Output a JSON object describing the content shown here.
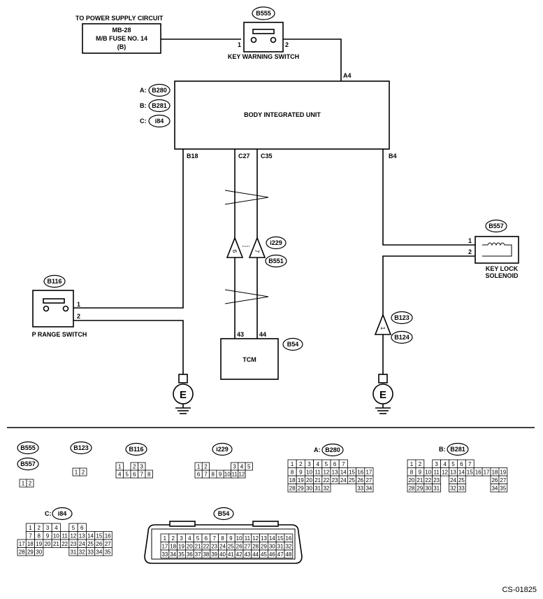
{
  "power": {
    "caption": "TO POWER SUPPLY CIRCUIT",
    "fuse_line1": "MB-28",
    "fuse_line2": "M/B FUSE NO. 14",
    "fuse_line3": "(B)"
  },
  "key_warning": {
    "connector": "B555",
    "label": "KEY WARNING SWITCH",
    "pin1": "1",
    "pin2": "2"
  },
  "biu": {
    "label": "BODY INTEGRATED UNIT",
    "conn_a_prefix": "A:",
    "conn_a": "B280",
    "conn_b_prefix": "B:",
    "conn_b": "B281",
    "conn_c_prefix": "C:",
    "conn_c": "i84",
    "term_a4": "A4",
    "term_b18": "B18",
    "term_c27": "C27",
    "term_c35": "C35",
    "term_b4": "B4"
  },
  "inline1": {
    "conn_top": "i229",
    "conn_bottom": "B551",
    "pin_left": "6",
    "pin_right": "7"
  },
  "inline2": {
    "conn_top": "B123",
    "conn_bottom": "B124",
    "pin": "1"
  },
  "key_lock": {
    "connector": "B557",
    "label_line1": "KEY LOCK",
    "label_line2": "SOLENOID",
    "pin1": "1",
    "pin2": "2"
  },
  "p_range": {
    "connector": "B116",
    "label": "P RANGE SWITCH",
    "pin1": "1",
    "pin2": "2"
  },
  "tcm": {
    "connector": "B54",
    "label": "TCM",
    "pin43": "43",
    "pin44": "44"
  },
  "ground_symbol": "E",
  "connector_views": {
    "b555": "B555",
    "b557": "B557",
    "b555_pins": [
      "1",
      "2"
    ],
    "b123": "B123",
    "b123_pins": [
      "1",
      "2"
    ],
    "b116": "B116",
    "b116_row1": [
      "1",
      "",
      "2",
      "3"
    ],
    "b116_row2": [
      "4",
      "5",
      "6",
      "7",
      "8"
    ],
    "i229": "i229",
    "i229_row1": [
      "1",
      "2",
      "",
      "",
      "",
      "3",
      "4",
      "5"
    ],
    "i229_row2": [
      "6",
      "7",
      "8",
      "9",
      "10",
      "11",
      "12"
    ],
    "b280_prefix": "A:",
    "b280": "B280",
    "b280_rows": [
      [
        "1",
        "2",
        "3",
        "4",
        "5",
        "6",
        "7"
      ],
      [
        "8",
        "9",
        "10",
        "11",
        "12",
        "13",
        "14",
        "15",
        "16",
        "17"
      ],
      [
        "18",
        "19",
        "20",
        "21",
        "22",
        "23",
        "24",
        "25",
        "26",
        "27"
      ],
      [
        "28",
        "29",
        "30",
        "31",
        "32",
        "",
        "",
        "",
        "33",
        "34"
      ]
    ],
    "b281_prefix": "B:",
    "b281": "B281",
    "b281_rows": [
      [
        "1",
        "2",
        "",
        "3",
        "4",
        "5",
        "6",
        "7"
      ],
      [
        "8",
        "9",
        "10",
        "11",
        "12",
        "13",
        "14",
        "15",
        "16",
        "17",
        "18",
        "19"
      ],
      [
        "20",
        "21",
        "22",
        "23",
        "",
        "24",
        "25",
        "",
        "",
        "",
        "26",
        "27"
      ],
      [
        "28",
        "29",
        "30",
        "31",
        "",
        "32",
        "33",
        "",
        "",
        "",
        "34",
        "35"
      ]
    ],
    "i84_prefix": "C:",
    "i84": "i84",
    "i84_rows": [
      [
        "1",
        "2",
        "3",
        "4",
        "",
        "5",
        "6"
      ],
      [
        "7",
        "8",
        "9",
        "10",
        "11",
        "12",
        "13",
        "14",
        "15",
        "16"
      ],
      [
        "17",
        "18",
        "19",
        "20",
        "21",
        "22",
        "23",
        "24",
        "25",
        "26",
        "27"
      ],
      [
        "28",
        "29",
        "30",
        "",
        "",
        "",
        "31",
        "32",
        "33",
        "34",
        "35"
      ]
    ],
    "b54": "B54",
    "b54_rows": [
      [
        "1",
        "2",
        "3",
        "4",
        "5",
        "6",
        "7",
        "8",
        "9",
        "10",
        "11",
        "12",
        "13",
        "14",
        "15",
        "16"
      ],
      [
        "17",
        "18",
        "19",
        "20",
        "21",
        "22",
        "23",
        "24",
        "25",
        "26",
        "27",
        "28",
        "29",
        "30",
        "31",
        "32"
      ],
      [
        "33",
        "34",
        "35",
        "36",
        "37",
        "38",
        "39",
        "40",
        "41",
        "42",
        "43",
        "44",
        "45",
        "46",
        "47",
        "48"
      ]
    ]
  },
  "doc_code": "CS-01825"
}
